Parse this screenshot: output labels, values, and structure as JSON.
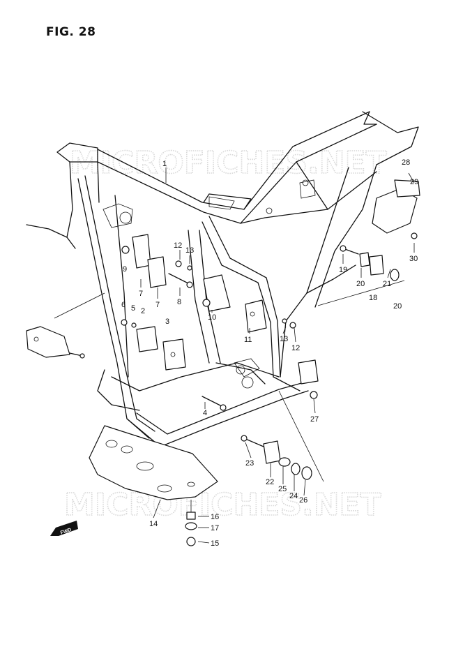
{
  "figure": {
    "title": "FIG. 28"
  },
  "watermark": "MICROFICHES.NET",
  "direction_badge": "FWD",
  "callouts": [
    {
      "label": "1"
    },
    {
      "label": "28"
    },
    {
      "label": "29"
    },
    {
      "label": "12"
    },
    {
      "label": "13"
    },
    {
      "label": "9"
    },
    {
      "label": "30"
    },
    {
      "label": "19"
    },
    {
      "label": "7"
    },
    {
      "label": "7"
    },
    {
      "label": "8"
    },
    {
      "label": "20"
    },
    {
      "label": "21"
    },
    {
      "label": "20"
    },
    {
      "label": "18"
    },
    {
      "label": "6"
    },
    {
      "label": "5"
    },
    {
      "label": "2"
    },
    {
      "label": "10"
    },
    {
      "label": "3"
    },
    {
      "label": "11"
    },
    {
      "label": "13"
    },
    {
      "label": "12"
    },
    {
      "label": "4"
    },
    {
      "label": "27"
    },
    {
      "label": "23"
    },
    {
      "label": "22"
    },
    {
      "label": "25"
    },
    {
      "label": "24"
    },
    {
      "label": "26"
    },
    {
      "label": "14"
    },
    {
      "label": "16"
    },
    {
      "label": "17"
    },
    {
      "label": "15"
    }
  ]
}
